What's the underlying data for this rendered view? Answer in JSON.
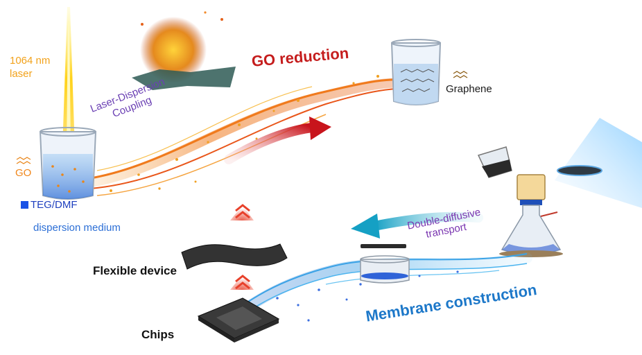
{
  "labels": {
    "laser_line1": "1064 nm",
    "laser_line2": "laser",
    "coupling_line1": "Laser-Dispersion",
    "coupling_line2": "Coupling",
    "go_reduction": "GO reduction",
    "graphene": "Graphene",
    "go": "GO",
    "teg_dmf": "TEG/DMF",
    "dispersion_medium": "dispersion medium",
    "double_line1": "Double-diffusive",
    "double_line2": "transport",
    "flexible_device": "Flexible device",
    "membrane_construction": "Membrane construction",
    "chips": "Chips"
  },
  "colors": {
    "laser": "#f2a21b",
    "go_reduction": "#c51d1d",
    "coupling": "#6a3fb3",
    "membrane": "#1d78c9",
    "teg_marker": "#1a53e6",
    "flow_orange": "#f07a1c",
    "flow_blue": "#3aa2e6"
  }
}
